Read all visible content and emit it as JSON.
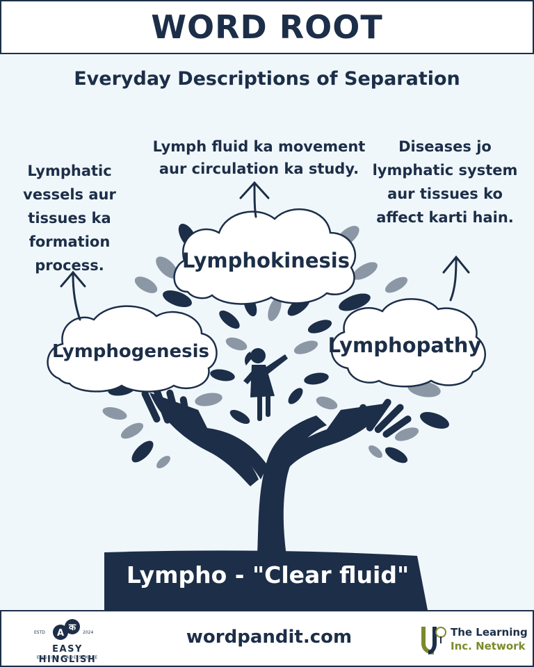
{
  "header": {
    "title": "WORD ROOT"
  },
  "subtitle": "Everyday Descriptions of Separation",
  "descriptions": {
    "left": "Lymphatic vessels aur tissues ka formation process.",
    "center": "Lymph fluid ka movement aur circulation ka study.",
    "right": "Diseases jo lymphatic system aur tissues ko affect karti hain."
  },
  "clouds": {
    "top": "Lymphokinesis",
    "left": "Lymphogenesis",
    "right": "Lymphopathy"
  },
  "root": {
    "text": "Lympho - \"Clear fluid\""
  },
  "footer": {
    "site": "wordpandit.com",
    "brand_left": {
      "name": "EASY HINGLISH",
      "tagline": "ENGLISH MADE SIMPLE",
      "estd": "ESTD",
      "year": "2024",
      "glyph_a": "A",
      "glyph_ka": "क"
    },
    "brand_right": {
      "line1": "The Learning",
      "line2": "Inc. Network"
    }
  },
  "colors": {
    "navy": "#1c2e48",
    "background": "#f0f7fb",
    "leaf_grey": "#8b97a4",
    "olive": "#7b8a2a"
  }
}
